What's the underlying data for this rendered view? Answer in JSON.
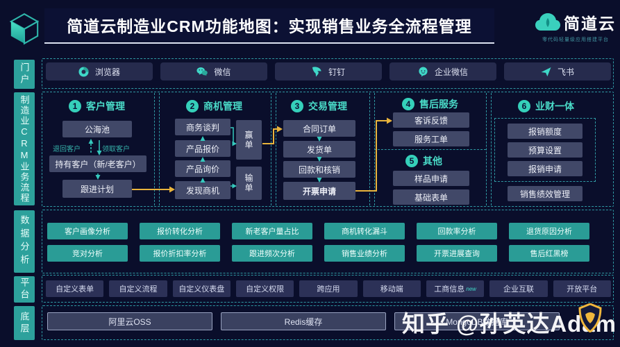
{
  "header": {
    "title": "简道云制造业CRM功能地图：实现销售业务全流程管理",
    "logo_text": "简道云",
    "logo_tagline": "零代码轻量级应用搭建平台"
  },
  "sidebar": {
    "items": [
      {
        "label": "门户"
      },
      {
        "label": "制造业CRM业务流程"
      },
      {
        "label": "数据分析"
      },
      {
        "label": "平台"
      },
      {
        "label": "底层"
      }
    ]
  },
  "portal": {
    "items": [
      {
        "label": "浏览器",
        "icon": "browser-icon"
      },
      {
        "label": "微信",
        "icon": "wechat-icon"
      },
      {
        "label": "钉钉",
        "icon": "dingtalk-icon"
      },
      {
        "label": "企业微信",
        "icon": "wecom-icon"
      },
      {
        "label": "飞书",
        "icon": "feishu-icon"
      }
    ]
  },
  "process": {
    "customer": {
      "num": "1",
      "title": "客户管理",
      "pool": "公海池",
      "return_label": "退回客户",
      "claim_label": "领取客户",
      "held": "持有客户（新/老客户）",
      "plan": "跟进计划"
    },
    "opportunity": {
      "num": "2",
      "title": "商机管理",
      "steps": [
        "商务谈判",
        "产品报价",
        "产品询价",
        "发现商机"
      ],
      "win": "赢单",
      "lose": "输单"
    },
    "transaction": {
      "num": "3",
      "title": "交易管理",
      "steps": [
        "合同订单",
        "发货单",
        "回款和核销",
        "开票申请"
      ]
    },
    "aftersales": {
      "num": "4",
      "title": "售后服务",
      "steps": [
        "客诉反馈",
        "服务工单"
      ]
    },
    "other": {
      "num": "5",
      "title": "其他",
      "steps": [
        "样品申请",
        "基础表单"
      ]
    },
    "finance": {
      "num": "6",
      "title": "业财一体",
      "steps": [
        "报销额度",
        "预算设置",
        "报销申请"
      ],
      "outside": "销售绩效管理"
    }
  },
  "analysis": {
    "row1": [
      "客户画像分析",
      "报价转化分析",
      "新老客户量占比",
      "商机转化漏斗",
      "回款率分析",
      "退货原因分析"
    ],
    "row2": [
      "竞对分析",
      "报价折扣率分析",
      "跟进频次分析",
      "销售业绩分析",
      "开票进展查询",
      "售后红黑榜"
    ]
  },
  "platform": {
    "items": [
      {
        "label": "自定义表单"
      },
      {
        "label": "自定义流程"
      },
      {
        "label": "自定义仪表盘"
      },
      {
        "label": "自定义权限"
      },
      {
        "label": "跨应用"
      },
      {
        "label": "移动端"
      },
      {
        "label": "工商信息",
        "badge": "new"
      },
      {
        "label": "企业互联"
      },
      {
        "label": "开放平台"
      }
    ]
  },
  "infra": {
    "items": [
      "阿里云OSS",
      "Redis缓存",
      "MongoDB数据库"
    ]
  },
  "watermark": {
    "text": "知乎 @孙英达Adam"
  },
  "colors": {
    "background": "#0a0e2b",
    "teal_accent": "#3fd8c8",
    "sidebar_teal": "#2da19c",
    "analysis_teal": "#2a9c96",
    "flow_box": "#414868",
    "platform_button": "#2c3157",
    "portal_button": "#262b4d",
    "connector_yellow": "#e9b43c",
    "connector_teal": "#35c9bd",
    "dashed_border": "#2f99a3",
    "watermark_shield": "#f0b73c"
  }
}
